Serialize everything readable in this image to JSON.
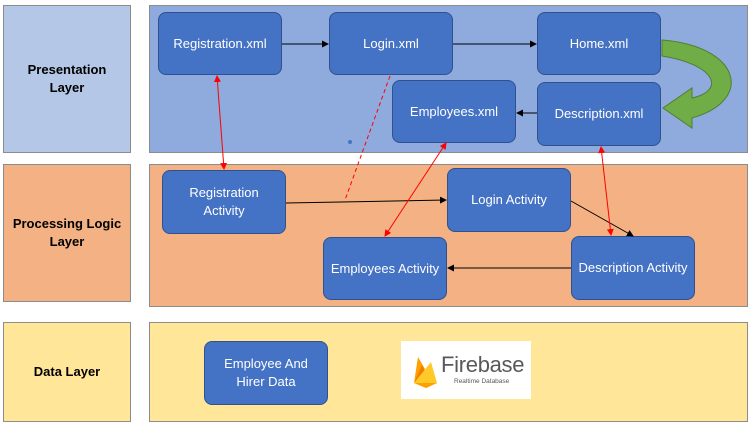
{
  "layers": {
    "presentation": "Presentation Layer",
    "processing": "Processing Logic Layer",
    "data": "Data Layer"
  },
  "nodes": {
    "registration_xml": "Registration.xml",
    "login_xml": "Login.xml",
    "home_xml": "Home.xml",
    "employees_xml": "Employees.xml",
    "description_xml": "Description.xml",
    "registration_activity": "Registration Activity",
    "login_activity": "Login Activity",
    "employees_activity": "Employees Activity",
    "description_activity": "Description Activity",
    "employee_hirer_data": "Employee And Hirer Data"
  },
  "logo": {
    "name": "Firebase",
    "subtitle": "Realtime Database"
  },
  "colors": {
    "presentation_label": "#b4c7e7",
    "presentation_panel": "#8faadc",
    "processing": "#f4b183",
    "data": "#ffe699",
    "node": "#4472c4",
    "arrow_black": "#000000",
    "arrow_red": "#ff0000",
    "curved_arrow": "#70ad47"
  }
}
